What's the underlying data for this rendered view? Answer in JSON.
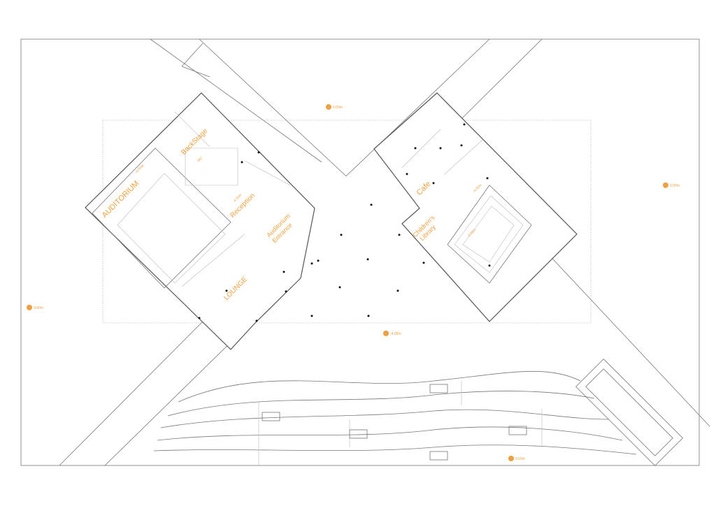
{
  "labels": {
    "auditorium": "AUDITORIUM",
    "auditorium_level": "-5.00m",
    "backstage": "BackStage",
    "wc": "WC",
    "reception": "Reception",
    "reception_level": "-4.00m",
    "auditorium_entrance_1": "Auditorium",
    "auditorium_entrance_2": "Entrance",
    "lounge": "LOUNGE",
    "cafe": "Cafe",
    "cafe_level": "-4.00m",
    "childrens_library_1": "Children's",
    "childrens_library_2": "Library",
    "library_level": "-3.00m"
  },
  "level_markers": [
    {
      "id": "north",
      "text": "0.00m"
    },
    {
      "id": "east",
      "text": "0.00m"
    },
    {
      "id": "west",
      "text": "0.00m"
    },
    {
      "id": "plaza",
      "text": "-4.00m"
    },
    {
      "id": "south",
      "text": "0.00m"
    }
  ],
  "colors": {
    "accent": "#f0a040",
    "line": "#777777",
    "column": "#111111"
  }
}
